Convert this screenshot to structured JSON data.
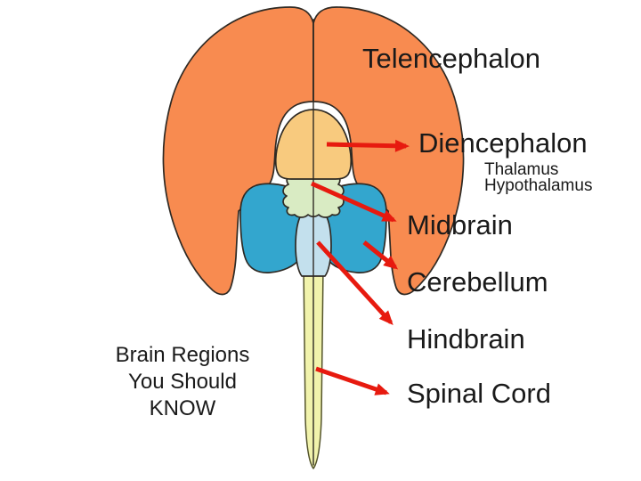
{
  "labels": {
    "telencephalon": "Telencephalon",
    "diencephalon": "Diencephalon",
    "thalamus": "Thalamus",
    "hypothalamus": "Hypothalamus",
    "midbrain": "Midbrain",
    "cerebellum": "Cerebellum",
    "hindbrain": "Hindbrain",
    "spinal_cord": "Spinal Cord"
  },
  "caption": {
    "line1": "Brain Regions",
    "line2": "You Should",
    "line3": "KNOW"
  },
  "colors": {
    "cerebrum_fill": "#F88B50",
    "diencephalon_fill": "#F8CA7E",
    "midbrain_fill": "#D9EBC3",
    "brainstem_fill": "#C3E0ED",
    "cerebellum_fill": "#33A6CE",
    "spinal_cord_fill": "#F1F3AC",
    "arrow_red": "#E71A0F",
    "outline": "#2F2A24",
    "text": "#1A1A1A",
    "background": "#FFFFFF"
  },
  "arrows": [
    {
      "target": "diencephalon"
    },
    {
      "target": "midbrain"
    },
    {
      "target": "cerebellum"
    },
    {
      "target": "hindbrain"
    },
    {
      "target": "spinal_cord"
    }
  ]
}
